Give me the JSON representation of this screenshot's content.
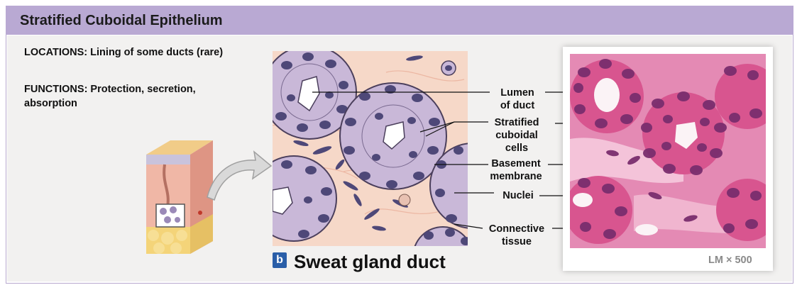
{
  "title": "Stratified Cuboidal Epithelium",
  "locations": "LOCATIONS: Lining of some ducts (rare)",
  "functions": "FUNCTIONS: Protection, secretion, absorption",
  "labels": {
    "lumen": "Lumen of duct",
    "stratified": "Stratified cuboidal cells",
    "basement": "Basement membrane",
    "nuclei": "Nuclei",
    "connective": "Connective tissue"
  },
  "panel_badge": "b",
  "caption": "Sweat gland duct",
  "magnification": "LM × 500",
  "colors": {
    "header": "#b9a9d3",
    "cell": "#c9b8d8",
    "nucleus": "#4e4878",
    "connective": "#f6d8c8",
    "stain": "#d8558f"
  }
}
